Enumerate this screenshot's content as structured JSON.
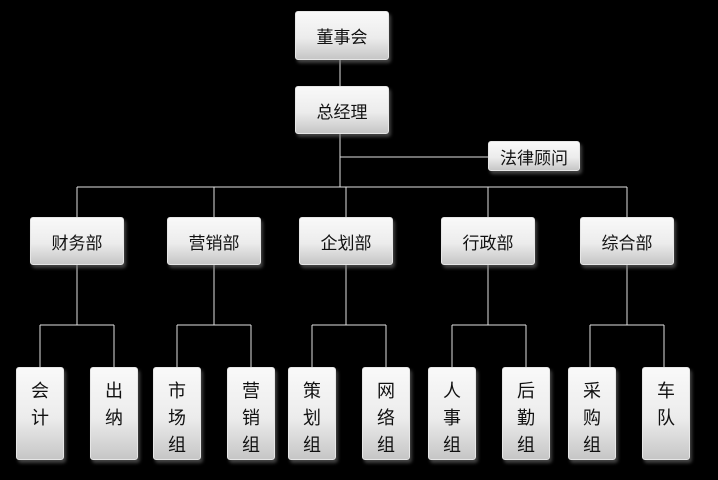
{
  "nodes": {
    "board": "董事会",
    "ceo": "总经理",
    "legal": "法律顾问",
    "finance": "财务部",
    "marketing": "营销部",
    "planning": "企划部",
    "admin": "行政部",
    "general": "综合部",
    "accounting": "会计",
    "cashier": "出纳",
    "market_team": "市场组",
    "sales_team": "营销组",
    "strategy_team": "策划组",
    "network_team": "网络组",
    "hr_team": "人事组",
    "logistics_team": "后勤组",
    "purchasing_team": "采购组",
    "fleet": "车队"
  },
  "colors": {
    "background": "#000000",
    "connector": "#e0e0e0",
    "node_fill_top": "#f9f9f9",
    "node_fill_bottom": "#c6c6c6",
    "text": "#111111"
  }
}
